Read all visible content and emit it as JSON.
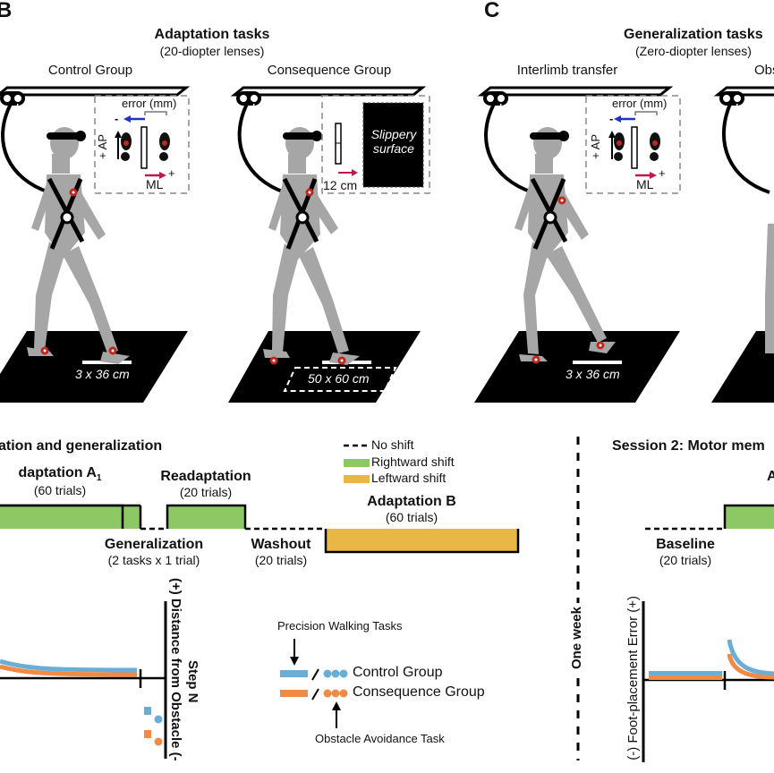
{
  "panels": {
    "B": {
      "letter": "B",
      "title": "Adaptation tasks",
      "subtitle": "(20-diopter lenses)",
      "groups": [
        "Control Group",
        "Consequence Group"
      ],
      "control_inset": {
        "error_label": "error (mm)",
        "ap_label": "+ AP",
        "ml_label": "ML",
        "minus": "-",
        "plus": "+"
      },
      "consequence_inset": {
        "surface_label_line1": "Slippery",
        "surface_label_line2": "surface",
        "distance_label": "12 cm"
      },
      "mat_labels": [
        "3 x 36 cm",
        "50 x 60 cm"
      ]
    },
    "C": {
      "letter": "C",
      "title": "Generalization tasks",
      "subtitle": "(Zero-diopter lenses)",
      "groups": [
        "Interlimb transfer",
        "Obs"
      ],
      "inset": {
        "error_label": "error (mm)",
        "ap_label": "+ AP",
        "ml_label": "ML",
        "minus": "-",
        "plus": "+"
      },
      "mat_label": "3 x 36 cm"
    }
  },
  "protocol": {
    "session1_title": "ation and generalization",
    "session2_title": "Session 2: Motor mem",
    "one_week": "One week",
    "legend": [
      {
        "label": "No shift",
        "style": "dashed",
        "color": "#000000"
      },
      {
        "label": "Rightward shift",
        "style": "fill",
        "color": "#8cc864"
      },
      {
        "label": "Leftward shift",
        "style": "fill",
        "color": "#e8b846"
      }
    ],
    "phases": [
      {
        "name": "daptation A",
        "subscript": "1",
        "trials": "(60 trials)",
        "shift": "rightward"
      },
      {
        "name": "Generalization",
        "trials": "(2 tasks x 1 trial)",
        "shift": "none"
      },
      {
        "name": "Readaptation",
        "trials": "(20 trials)",
        "shift": "rightward"
      },
      {
        "name": "Washout",
        "trials": "(20 trials)",
        "shift": "none"
      },
      {
        "name": "Adaptation B",
        "trials": "(60 trials)",
        "shift": "leftward"
      },
      {
        "name": "Baseline",
        "trials": "(20 trials)",
        "shift": "none"
      },
      {
        "name": "A",
        "trials": "",
        "shift": "rightward"
      }
    ]
  },
  "plots": {
    "left_axis_label": "(+) Distance from Obstacle (-",
    "step_label": "Step N",
    "right_axis_label": "(-) Foot-placement Error (+)",
    "legend": {
      "precision_label": "Precision Walking Tasks",
      "obstacle_label": "Obstacle Avoidance Task",
      "groups": [
        {
          "label": "Control Group",
          "color": "#6aaed6"
        },
        {
          "label": "Consequence Group",
          "color": "#f08a44"
        }
      ]
    }
  },
  "colors": {
    "control": "#6aaed6",
    "consequence": "#f08a44",
    "rightward": "#8cc864",
    "leftward": "#e8b846",
    "marker_red": "#c0281e",
    "blue_arrow": "#2233cc",
    "red_arrow": "#c01848",
    "figure_gray": "#a6a6a6"
  }
}
